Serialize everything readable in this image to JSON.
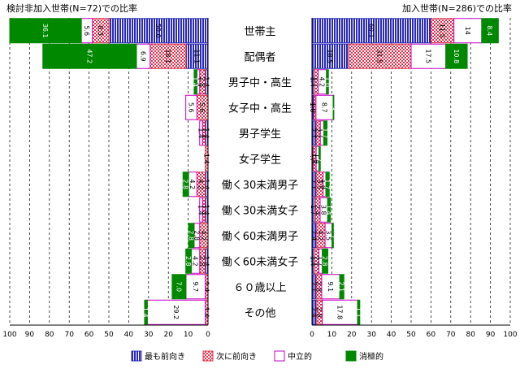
{
  "chart_data": [
    {
      "type": "bar",
      "title": "検討非加入世帯(N=72)での比率",
      "orientation": "horizontal",
      "direction": "right-to-left",
      "stacked": true,
      "xlim": [
        0,
        100
      ],
      "xticks": [
        "0",
        "10",
        "20",
        "30",
        "40",
        "50",
        "60",
        "70",
        "80",
        "90",
        "100"
      ],
      "categories": [
        "世帯主",
        "配偶者",
        "男子中・高生",
        "女子中・高生",
        "男子学生",
        "女子学生",
        "働く30未満男子",
        "働く30未満女子",
        "働く60未満男子",
        "働く60未満女子",
        "６０歳以上",
        "その他"
      ],
      "series": [
        {
          "name": "最も前向き",
          "values": [
            50.0,
            11.1,
            1.4,
            0,
            1.4,
            0,
            1.4,
            1.4,
            0,
            1.4,
            0,
            0
          ],
          "labels": [
            "50.0",
            "11.1",
            "1.4",
            "",
            "1.4",
            "",
            "1.4",
            "1.4",
            "",
            "1.4",
            "",
            ""
          ]
        },
        {
          "name": "次に前向き",
          "values": [
            8.3,
            18.1,
            2.8,
            5.6,
            1.4,
            1.4,
            4.2,
            1.4,
            4.2,
            2.8,
            1.4,
            1.4
          ],
          "labels": [
            "8.3",
            "18.1",
            "2.8",
            "5.6",
            "1.4",
            "1.4",
            "4.2",
            "1.4",
            "4.2",
            "2.8",
            "1.4",
            "1.4"
          ]
        },
        {
          "name": "中立的",
          "values": [
            5.6,
            6.9,
            1.4,
            5.6,
            1.4,
            0,
            4.2,
            1.4,
            2.8,
            4.2,
            9.7,
            29.2
          ],
          "labels": [
            "5.6",
            "6.9",
            "1.4",
            "5.6",
            "1.4",
            "",
            "4.2",
            "1.4",
            "2.8",
            "4.2",
            "9.7",
            "29.2"
          ]
        },
        {
          "name": "消極的",
          "values": [
            36.1,
            47.2,
            1.4,
            0,
            0,
            0,
            2.8,
            0,
            2.8,
            2.8,
            7.0,
            1.4
          ],
          "labels": [
            "36.1",
            "47.2",
            "1.4",
            "",
            "",
            "",
            "2.8",
            "",
            "2.8",
            "2.8",
            "7.0",
            "1.4"
          ]
        }
      ]
    },
    {
      "type": "bar",
      "title": "加入世帯(N=286)での比率",
      "orientation": "horizontal",
      "direction": "left-to-right",
      "stacked": true,
      "xlim": [
        0,
        100
      ],
      "xticks": [
        "0",
        "10",
        "20",
        "30",
        "40",
        "50",
        "60",
        "70",
        "80",
        "90",
        "100"
      ],
      "categories": [
        "世帯主",
        "配偶者",
        "男子中・高生",
        "女子中・高生",
        "男子学生",
        "女子学生",
        "働く30未満男子",
        "働く30未満女子",
        "働く60未満男子",
        "働く60未満女子",
        "６０歳以上",
        "その他"
      ],
      "series": [
        {
          "name": "最も前向き",
          "values": [
            60.1,
            18.5,
            1.4,
            1.0,
            2.1,
            0.7,
            2.1,
            1.7,
            2.4,
            1.4,
            2.1,
            2.4
          ],
          "labels": [
            "60.1",
            "18.5",
            "1.4",
            "1.0",
            "2.1",
            ".7",
            "2.1",
            "1.7",
            "2.4",
            "1.4",
            "2.1",
            "2.4"
          ]
        },
        {
          "name": "次に前向き",
          "values": [
            11.5,
            31.5,
            1.7,
            1.0,
            2.1,
            1.4,
            3.5,
            2.4,
            4.2,
            2.1,
            2.8,
            2.8
          ],
          "labels": [
            "11.5",
            "31.5",
            "1.7",
            "1.0",
            "2.1",
            "1.4",
            "3.5",
            "2.4",
            "4.2",
            "2.1",
            "2.8",
            "2.8"
          ]
        },
        {
          "name": "中立的",
          "values": [
            14,
            17.5,
            4.2,
            8.7,
            1.7,
            1.4,
            1.4,
            3.8,
            3.5,
            1.7,
            9.1,
            17.8
          ],
          "labels": [
            "14",
            "17.5",
            "4.2",
            "8.7",
            "1.7",
            "1.4",
            "1.4",
            "3.8",
            "3.5",
            "1.7",
            "9.1",
            "17.8"
          ]
        },
        {
          "name": "消極的",
          "values": [
            8.4,
            10.8,
            1.0,
            0.3,
            1.7,
            0.7,
            1.7,
            1.4,
            0.7,
            2.8,
            2.1,
            1.1
          ],
          "labels": [
            "8.4",
            "10.8",
            "1.0",
            ".3",
            "1.7",
            ".7",
            "1.7",
            "1.4",
            ".7",
            "2.8",
            "2.1",
            "1.1"
          ]
        }
      ]
    }
  ],
  "legend": [
    {
      "name": "最も前向き",
      "color": "#2a2ab8",
      "pattern": "vertical-stripes"
    },
    {
      "name": "次に前向き",
      "color": "#e0304a",
      "pattern": "checker"
    },
    {
      "name": "中立的",
      "color": "#c800c8",
      "pattern": "outline"
    },
    {
      "name": "消極的",
      "color": "#008800",
      "pattern": "solid"
    }
  ]
}
